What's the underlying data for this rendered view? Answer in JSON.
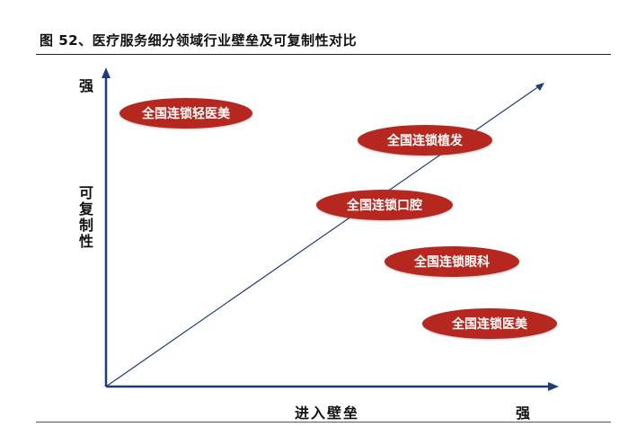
{
  "title": "图 52、医疗服务细分领域行业壁垒及可复制性对比",
  "y_axis": {
    "label": "可复制性",
    "strong": "强"
  },
  "x_axis": {
    "label": "进入壁垒",
    "strong": "强"
  },
  "colors": {
    "blob": "#b5271f",
    "axis": "#1f3c7a"
  },
  "segments": [
    {
      "label": "全国连锁轻医美"
    },
    {
      "label": "全国连锁植发"
    },
    {
      "label": "全国连锁口腔"
    },
    {
      "label": "全国连锁眼科"
    },
    {
      "label": "全国连锁医美"
    }
  ]
}
